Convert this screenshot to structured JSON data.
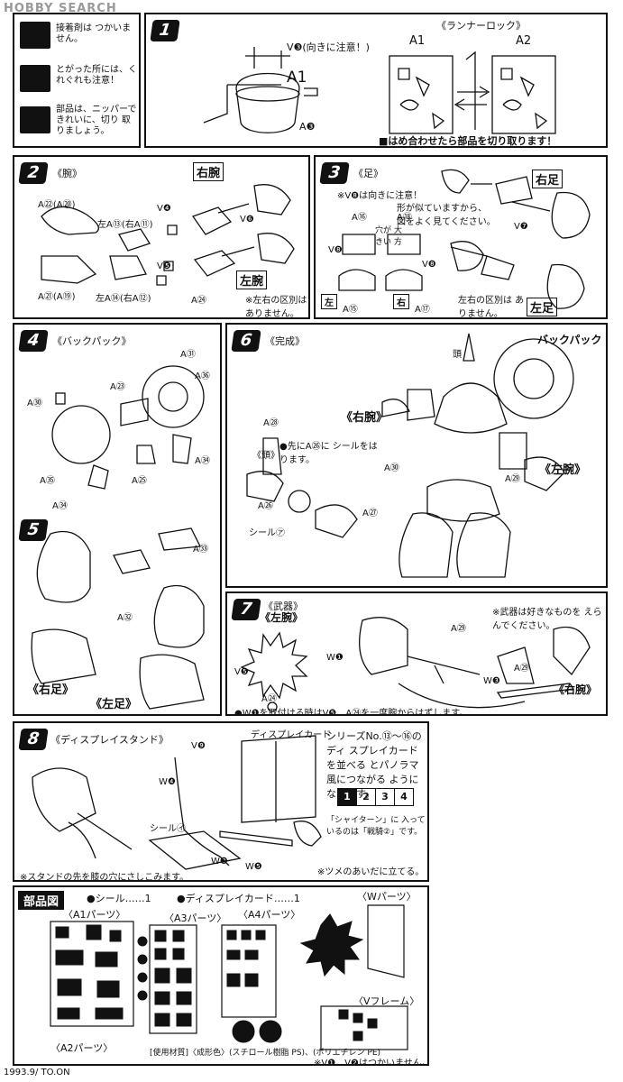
{
  "watermark": "HOBBY SEARCH",
  "footer": "1993.9/ TO.ON",
  "notes": {
    "n1": "接着剤は つかいません。",
    "n2": "とがった所には、くれぐれも注意！",
    "n3": "部品は、ニッパーできれいに、切り 取りましょう。"
  },
  "step1": {
    "num": "1",
    "v3": "V❸(向きに注意！)",
    "a1": "A1",
    "a3": "A❸",
    "runner_lock": "《ランナーロック》",
    "left": "A1",
    "right": "A2",
    "cut": "■はめ合わせたら部品を切り取ります！"
  },
  "step2": {
    "num": "2",
    "title": "《腕》",
    "right_arm": "右腕",
    "left_arm": "左腕",
    "a22": "A㉒(A⑳)",
    "l13": "左A⑬(右A⑪)",
    "v4": "V❹",
    "v6": "V❻",
    "v5": "V❺",
    "a21": "A㉑(A⑲)",
    "l14": "左A⑭(右A⑫)",
    "a24": "A㉔",
    "note": "※左右の区別は ありません。"
  },
  "step3": {
    "num": "3",
    "title": "《足》",
    "v8note": "※V❽は向きに注意！",
    "right_leg": "右足",
    "left_leg": "左足",
    "shape": "形が似ていますから、 図をよく見てください。",
    "a16": "A⑯",
    "a18": "A⑱",
    "hole": "穴が 大きい 方",
    "v8a": "V❽",
    "v8b": "V❽",
    "v7": "V❼",
    "left": "左",
    "right": "右",
    "a15": "A⑮",
    "a17": "A⑰",
    "note": "左右の区別は ありません。"
  },
  "step4": {
    "num": "4",
    "title": "《バックパック》",
    "a31": "A㉛",
    "a23": "A㉓",
    "a36": "A㊱",
    "a30": "A㉚",
    "a35": "A㉟",
    "a25": "A㉕",
    "a34a": "A㉞",
    "a34b": "A㉞"
  },
  "step5": {
    "num": "5",
    "a33": "A㉝",
    "a32": "A㉜",
    "right_leg": "《右足》",
    "left_leg": "《左足》"
  },
  "step6": {
    "num": "6",
    "title": "《完成》",
    "head": "頭",
    "backpack": "バックパック",
    "right_arm": "《右腕》",
    "left_arm": "《左腕》",
    "a28": "A㉘",
    "head2": "《頭》",
    "seal_note": "●先にA㉖に シールをはります。",
    "a26": "A㉖",
    "a27": "A㉗",
    "a30": "A㉚",
    "a29": "A㉙",
    "seal": "シール㋐"
  },
  "step7": {
    "num": "7",
    "title": "《武器》",
    "left_arm": "《左腕》",
    "right_arm": "《右腕》",
    "w1": "W❶",
    "v5": "V❺",
    "a24": "A㉔",
    "a29a": "A㉙",
    "a29b": "A㉙",
    "w3": "W❸",
    "pick": "※武器は好きなものを えらんでください。",
    "note": "●W❶を取付ける時はV❺、A㉔を一度腕からはずします。"
  },
  "step8": {
    "num": "8",
    "title": "《ディスプレイスタンド》",
    "card": "ディスプレイカード",
    "v9": "V❾",
    "w4": "W❹",
    "seal": "シール㋑",
    "w2": "W❷",
    "w5": "W❺",
    "series": "シリーズNo.⑬〜⑯のディ スプレイカードを並べる とパノラマ風につながる ようになります。",
    "cells": [
      "1",
      "2",
      "3",
      "4"
    ],
    "card_note": "「シャイターン」に 入っているのは「戦騎②」です。",
    "claw": "※ツメのあいだに立てる。",
    "stand_note": "※スタンドの先を膝の穴にさしこみます。"
  },
  "parts": {
    "title": "部品図",
    "seal_count": "●シール……1",
    "card_count": "●ディスプレイカード……1",
    "a1": "〈A1パーツ〉",
    "a2": "〈A2パーツ〉",
    "a3": "〈A3パーツ〉",
    "a4": "〈A4パーツ〉",
    "w": "〈Wパーツ〉",
    "v": "〈Vフレーム〉",
    "material": "[使用材質]〈成形色〉(スチロール樹脂 PS)、(ポリエチレン PE)",
    "unused": "※V❶、V❷はつかいません。"
  }
}
